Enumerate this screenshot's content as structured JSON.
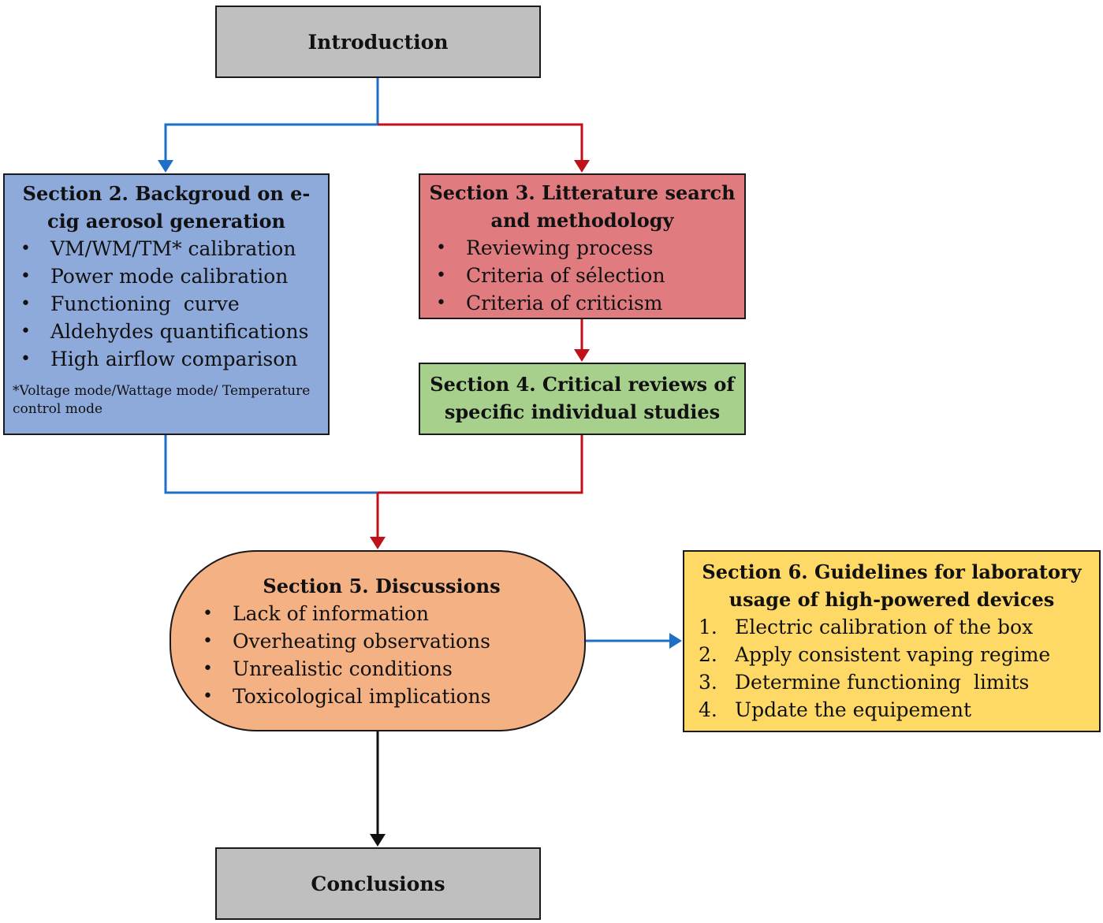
{
  "colors": {
    "blue_connector": "#1e6fc8",
    "red_connector": "#c0111a",
    "black_connector": "#111111",
    "gray_box": "#bfbfbf",
    "blue_box": "#8eaadb",
    "red_box": "#e07c80",
    "green_box": "#a8d08d",
    "orange_box": "#f4b183",
    "yellow_box": "#ffd966"
  },
  "introduction": {
    "label": "Introduction"
  },
  "section2": {
    "title_line1": "Section 2. Backgroud on e-",
    "title_line2": "cig aerosol generation",
    "bullet": "•",
    "items": [
      "VM/WM/TM* calibration",
      "Power mode calibration",
      "Functioning  curve",
      "Aldehydes quantifications",
      "High airflow comparison"
    ],
    "footnote": "*Voltage mode/Wattage mode/ Temperature control mode"
  },
  "section3": {
    "title_line1": "Section 3. Litterature search",
    "title_line2": "and methodology",
    "bullet": "•",
    "items": [
      "Reviewing process",
      "Criteria of sélection",
      "Criteria of criticism"
    ]
  },
  "section4": {
    "title_line1": "Section 4. Critical reviews of",
    "title_line2": "specific individual studies"
  },
  "section5": {
    "title": "Section 5. Discussions",
    "bullet": "•",
    "items": [
      "Lack of information",
      "Overheating observations",
      "Unrealistic conditions",
      "Toxicological implications"
    ]
  },
  "section6": {
    "title_line1": "Section 6. Guidelines for laboratory",
    "title_line2": "usage of high-powered devices",
    "items": [
      {
        "num": "1.",
        "text": "Electric calibration of the box"
      },
      {
        "num": "2.",
        "text": "Apply consistent vaping regime"
      },
      {
        "num": "3.",
        "text": "Determine functioning  limits"
      },
      {
        "num": "4.",
        "text": "Update the equipement"
      }
    ]
  },
  "conclusions": {
    "label": "Conclusions"
  }
}
